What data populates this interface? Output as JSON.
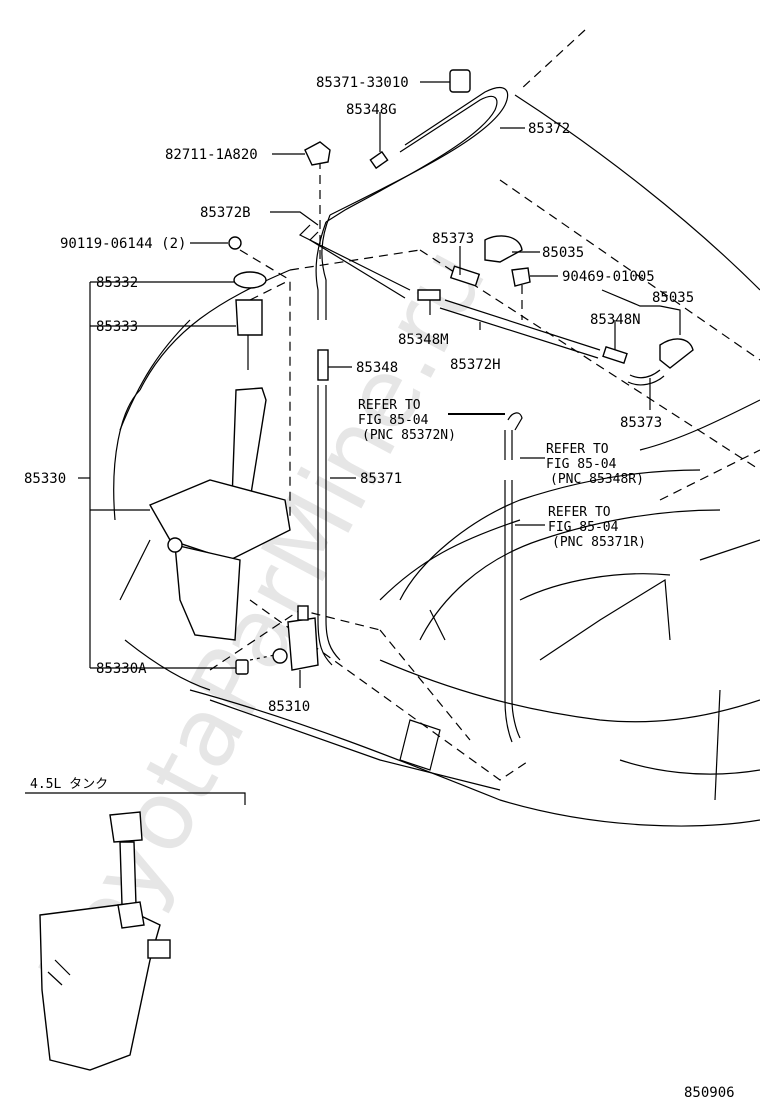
{
  "watermark": "ToyotaParMine.ru",
  "parts": {
    "p1": "85371-33010",
    "p2": "85348G",
    "p3": "85372",
    "p4": "82711-1A820",
    "p5": "85372B",
    "p6": "90119-06144 (2)",
    "p7": "85373",
    "p8": "85035",
    "p9": "90469-01005",
    "p10": "85332",
    "p11": "85035",
    "p12": "85333",
    "p13": "85348N",
    "p14": "85348M",
    "p15": "85372H",
    "p16": "85348",
    "p17": "85373",
    "p18": "85330",
    "p19": "85371",
    "p20": "85330A",
    "p21": "85310"
  },
  "refs": {
    "r1": [
      "REFER TO",
      "FIG 85-04",
      "(PNC 85372N)"
    ],
    "r2": [
      "REFER TO",
      "FIG 85-04",
      "(PNC 85348R)"
    ],
    "r3": [
      "REFER TO",
      "FIG 85-04",
      "(PNC 85371R)"
    ]
  },
  "inset_title": "4.5L タンク",
  "figure_number": "850906"
}
